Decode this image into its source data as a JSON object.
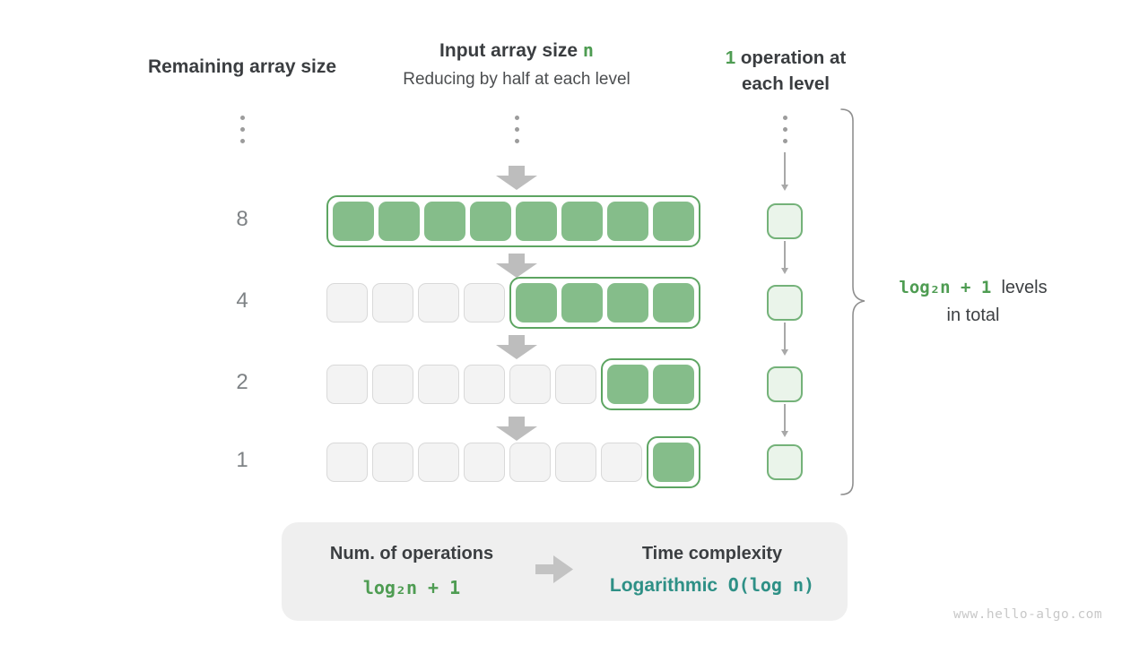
{
  "colors": {
    "green": "#4e9c52",
    "green_fill": "#85bd8a",
    "green_border": "#5da562",
    "light_green_fill": "#eaf4ea",
    "light_green_border": "#74b279",
    "teal": "#2e9086"
  },
  "headers": {
    "left": "Remaining array size",
    "center_title_prefix": "Input array size ",
    "center_title_highlight": "n",
    "center_subtitle": "Reducing by half at each level",
    "right_highlight": "1",
    "right_line1_rest": " operation at",
    "right_line2": "each level"
  },
  "rows": [
    {
      "label": "8",
      "inactive_cells": 0,
      "active_cells": 8
    },
    {
      "label": "4",
      "inactive_cells": 4,
      "active_cells": 4
    },
    {
      "label": "2",
      "inactive_cells": 6,
      "active_cells": 2
    },
    {
      "label": "1",
      "inactive_cells": 7,
      "active_cells": 1
    }
  ],
  "levels_note": {
    "formula": "log₂n + 1",
    "suffix": "levels",
    "line2": "in total"
  },
  "summary": {
    "left_title": "Num. of operations",
    "left_formula": "log₂n + 1",
    "right_title": "Time complexity",
    "right_word": "Logarithmic",
    "right_code": "O(log n)"
  },
  "watermark": "www.hello-algo.com"
}
